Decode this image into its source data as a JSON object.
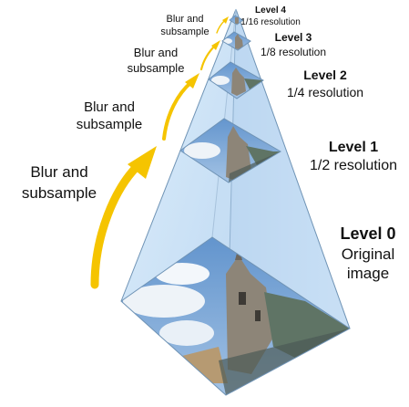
{
  "colors": {
    "pyramid_face_light": "#cfe4f7",
    "pyramid_face_mid": "#b6d4f0",
    "pyramid_face_dark": "#9cc3ea",
    "pyramid_edge": "#6f93b5",
    "arrow": "#f5c400",
    "sky": "#6a9bd1",
    "cloud": "#eef3f8",
    "building": "#8d8578",
    "shadow": "#4b5a55"
  },
  "levels": [
    {
      "title": "Level 0",
      "line1": "Original",
      "line2": "image"
    },
    {
      "title": "Level 1",
      "line1": "1/2 resolution"
    },
    {
      "title": "Level 2",
      "line1": "1/4 resolution"
    },
    {
      "title": "Level 3",
      "line1": "1/8 resolution"
    },
    {
      "title": "Level 4",
      "line1": "1/16 resolution"
    }
  ],
  "arrows": [
    {
      "line1": "Blur and",
      "line2": "subsample"
    },
    {
      "line1": "Blur and",
      "line2": "subsample"
    },
    {
      "line1": "Blur and",
      "line2": "subsample"
    },
    {
      "line1": "Blur and",
      "line2": "subsample"
    }
  ]
}
